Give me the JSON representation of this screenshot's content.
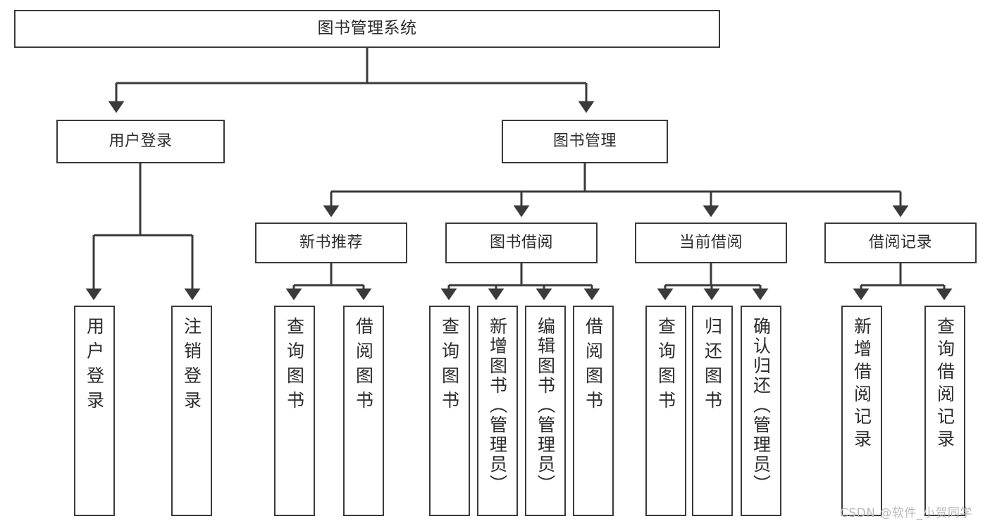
{
  "diagram": {
    "title": "图书管理系统",
    "watermark": "CSDN @软件_小贺同学",
    "colors": {
      "background": "#ffffff",
      "border": "#3a3a3a",
      "text": "#2b2b2b",
      "connector": "#3a3a3a",
      "watermark": "#b9b9b9"
    },
    "root": {
      "label": "图书管理系统"
    },
    "level1": [
      {
        "label": "用户登录"
      },
      {
        "label": "图书管理"
      }
    ],
    "level2": [
      {
        "label": "新书推荐"
      },
      {
        "label": "图书借阅"
      },
      {
        "label": "当前借阅"
      },
      {
        "label": "借阅记录"
      }
    ],
    "leaves": {
      "user_login": [
        {
          "label": "用户登录"
        },
        {
          "label": "注销登录"
        }
      ],
      "new_book_recommend": [
        {
          "label": "查询图书"
        },
        {
          "label": "借阅图书"
        }
      ],
      "book_borrow": [
        {
          "label": "查询图书"
        },
        {
          "label": "新增图书（管理员）"
        },
        {
          "label": "编辑图书（管理员）"
        },
        {
          "label": "借阅图书"
        }
      ],
      "current_borrow": [
        {
          "label": "查询图书"
        },
        {
          "label": "归还图书"
        },
        {
          "label": "确认归还（管理员）"
        }
      ],
      "borrow_record": [
        {
          "label": "新增借阅记录"
        },
        {
          "label": "查询借阅记录"
        }
      ]
    }
  }
}
